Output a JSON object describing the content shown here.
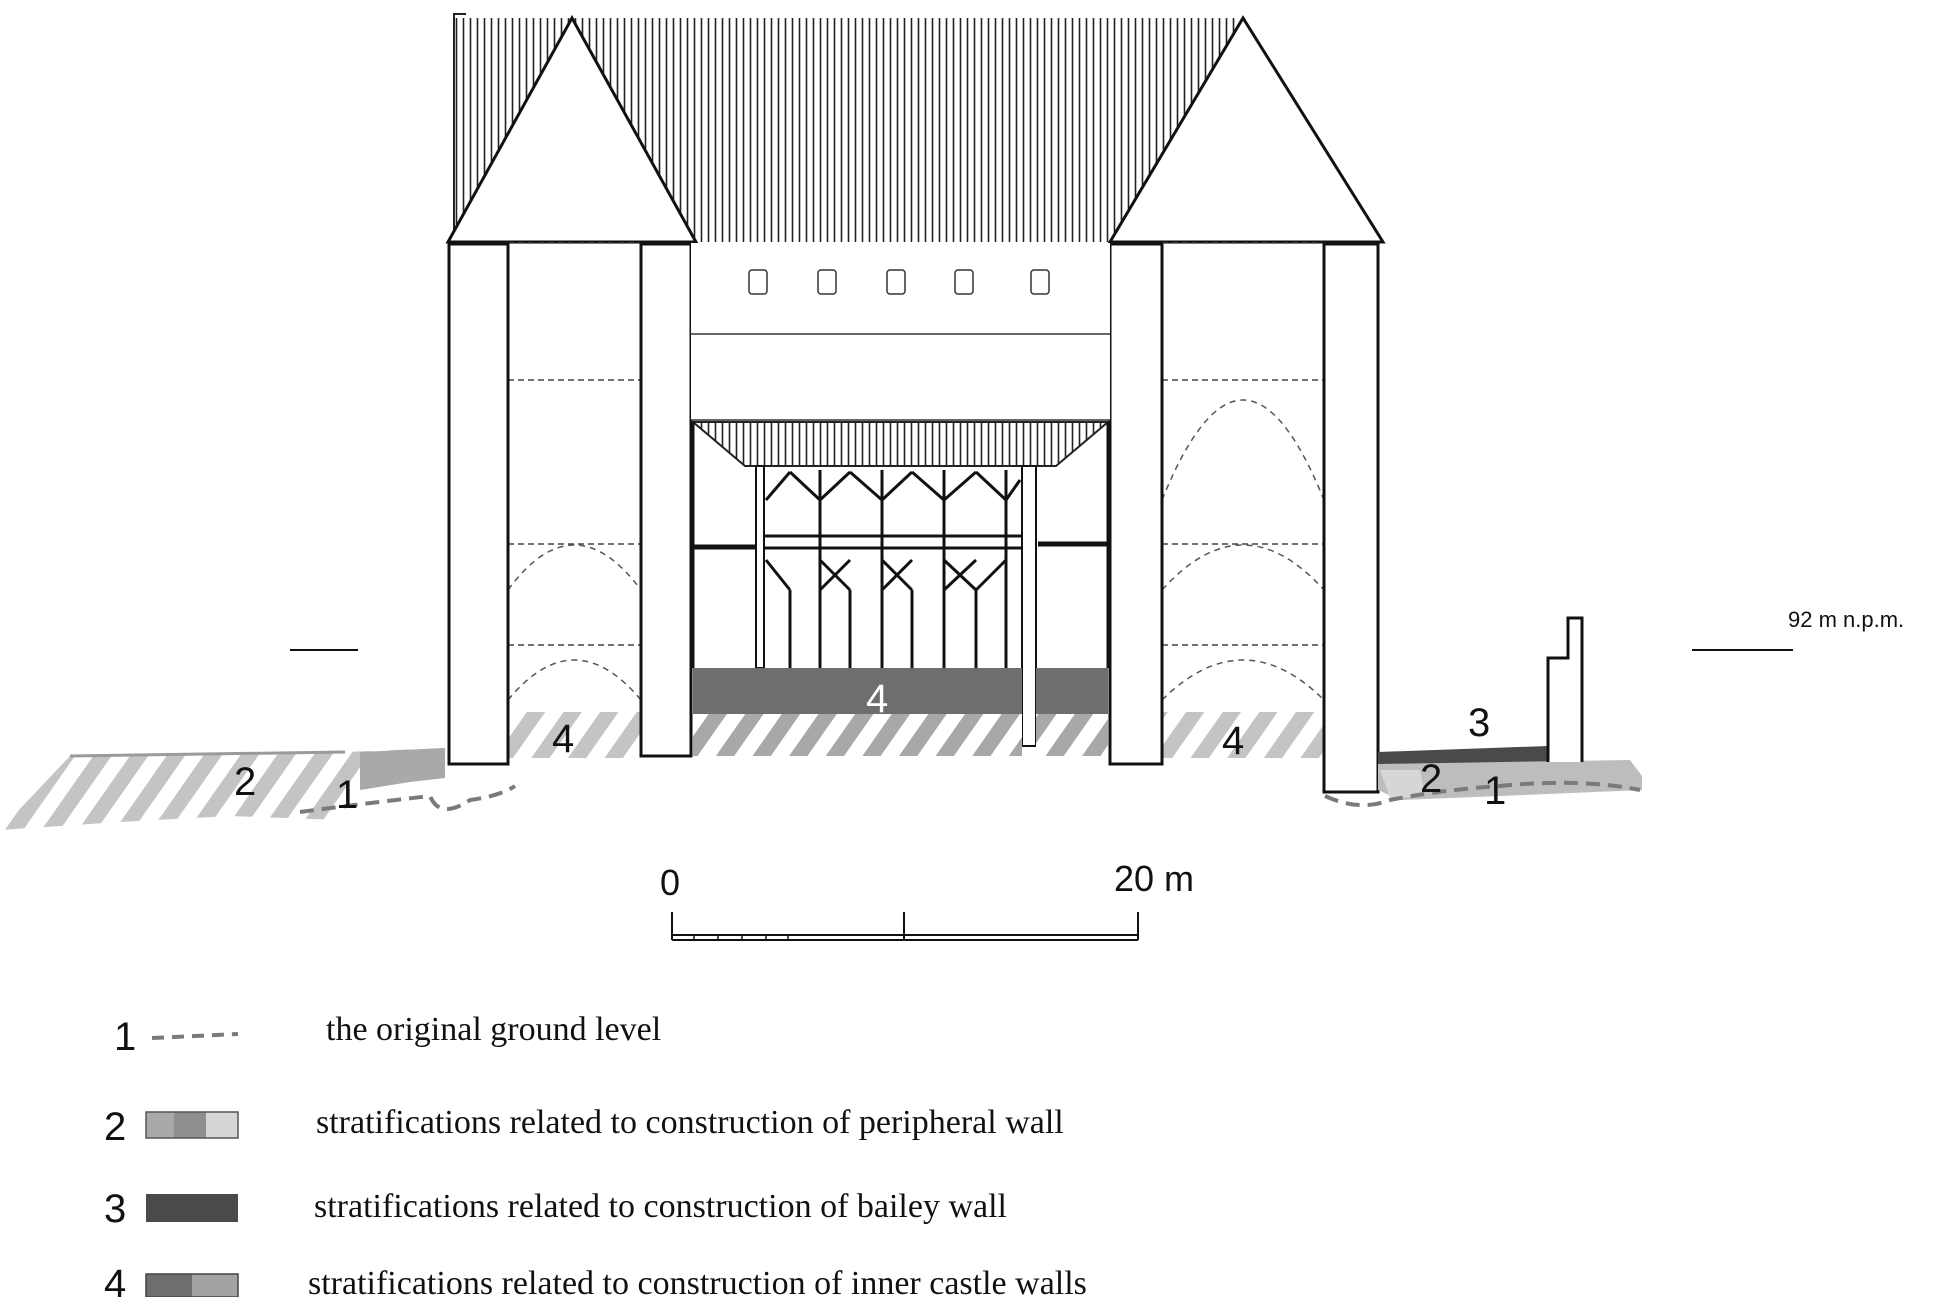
{
  "elevation_label": "92 m n.p.m.",
  "scale": {
    "start": "0",
    "end": "20 m"
  },
  "layer_markers": {
    "ground": "1",
    "peripheral": "2",
    "bailey": "3",
    "inner": "4"
  },
  "legend": [
    {
      "number": "1",
      "text": "the original ground level",
      "swatch": "dashed-line",
      "colors": [
        "#7a7a7a"
      ]
    },
    {
      "number": "2",
      "text": "stratifications related to construction of peripheral wall",
      "swatch": "three-tone-box",
      "colors": [
        "#a9a9a9",
        "#8f8f8f",
        "#d6d6d6"
      ]
    },
    {
      "number": "3",
      "text": "stratifications related to construction of bailey wall",
      "swatch": "solid-box",
      "colors": [
        "#4a4a4a"
      ]
    },
    {
      "number": "4",
      "text": "stratifications related to construction of inner castle walls",
      "swatch": "two-tone-box",
      "colors": [
        "#6e6e6e",
        "#a3a3a3"
      ]
    }
  ]
}
